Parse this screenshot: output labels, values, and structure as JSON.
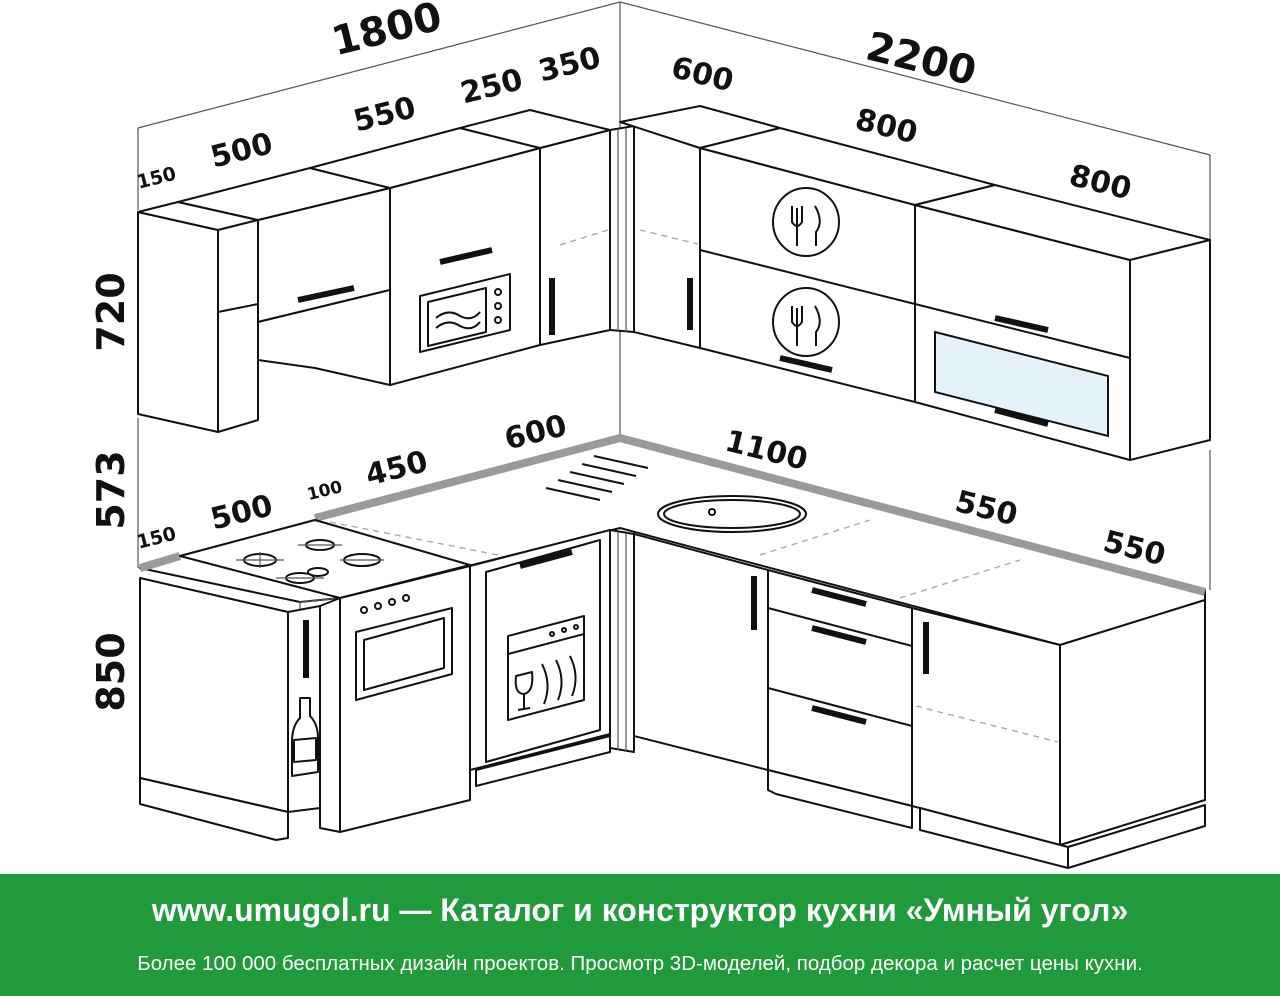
{
  "dimensions": {
    "top_total_left": "1800",
    "top_total_right": "2200",
    "upper": [
      "150",
      "500",
      "550",
      "250",
      "350",
      "600",
      "800",
      "800"
    ],
    "lower": [
      "150",
      "500",
      "100",
      "450",
      "600",
      "1100",
      "550",
      "550"
    ],
    "heights": [
      "720",
      "573",
      "850"
    ]
  },
  "colors": {
    "footer_bg": "#209a3a",
    "footer_text": "#ffffff",
    "countertop_edge": "#9a9a9a",
    "glass": "#e6f2fa"
  },
  "icons": [
    "cutlery-icon",
    "microwave-icon",
    "range-hood-icon",
    "stove-burners-icon",
    "oven-icon",
    "dishwasher-icon",
    "bottle-icon",
    "sink-icon"
  ],
  "footer": {
    "title": "www.umugol.ru — Каталог и конструктор кухни «Умный угол»",
    "subtitle": "Более 100 000 бесплатных дизайн проектов. Просмотр 3D-моделей, подбор декора и расчет цены кухни."
  }
}
